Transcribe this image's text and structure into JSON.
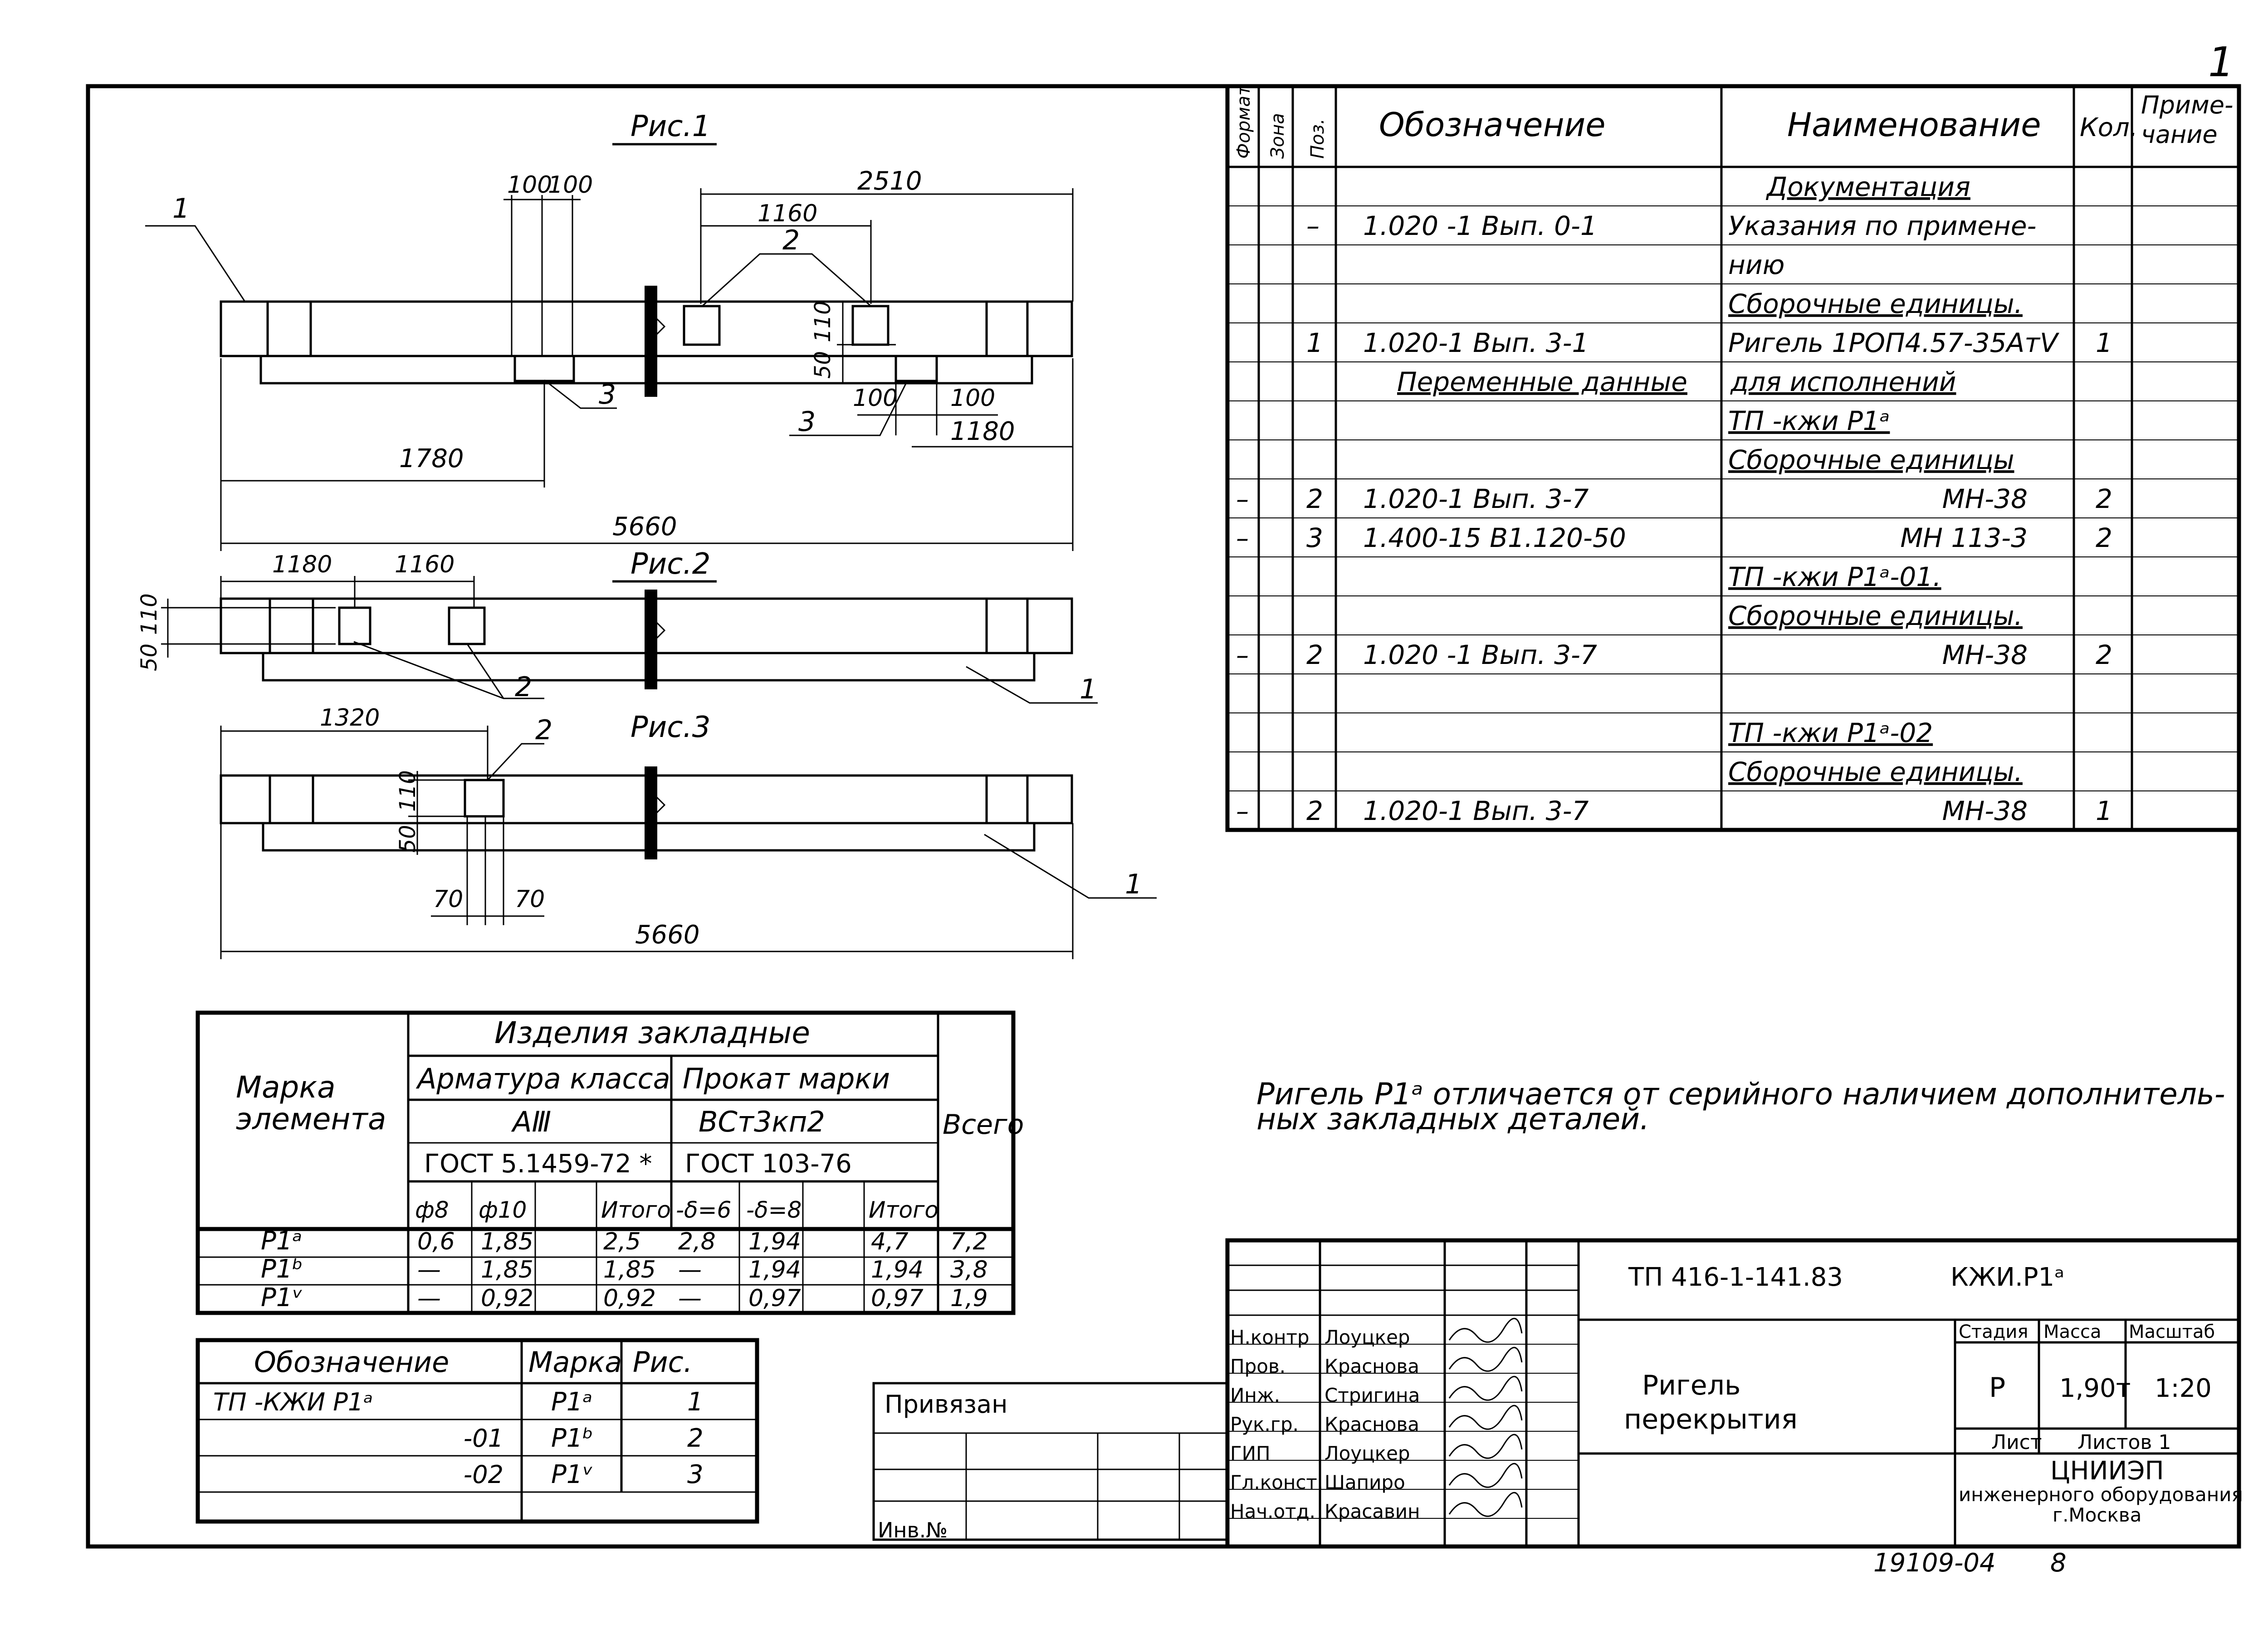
{
  "sheet": {
    "corner_mark": "1",
    "archive_number": "19109-04",
    "sheet_page": "8"
  },
  "figures": [
    {
      "title": "Рис.1",
      "dims": [
        "100",
        "100",
        "2510",
        "1160",
        "50",
        "110",
        "100",
        "100",
        "1180",
        "1780",
        "5660"
      ],
      "leaders": [
        "1",
        "2",
        "3",
        "3"
      ]
    },
    {
      "title": "Рис.2",
      "dims": [
        "1180",
        "1160",
        "50",
        "110"
      ],
      "leaders": [
        "2",
        "1"
      ]
    },
    {
      "title": "Рис.3",
      "dims": [
        "1320",
        "110",
        "50",
        "70",
        "70",
        "5660"
      ],
      "leaders": [
        "2",
        "1"
      ]
    }
  ],
  "note": {
    "line1": "Ригель Р1ᵃ отличается от серийного наличием дополнитель-",
    "line2": "ных закладных деталей."
  },
  "spec": {
    "headers": {
      "format": "Формат",
      "zone": "Зона",
      "pos": "Поз.",
      "designation": "Обозначение",
      "name": "Наименование",
      "qty": "Кол.",
      "note1": "Приме-",
      "note2": "чание"
    },
    "rows": [
      {
        "dash": "",
        "pos": "",
        "designation": "",
        "name": "Документация",
        "qty": ""
      },
      {
        "dash": "",
        "pos": "–",
        "designation": "1.020 -1  Вып. 0-1",
        "name": "Указания по примене-",
        "qty": ""
      },
      {
        "dash": "",
        "pos": "",
        "designation": "",
        "name": "нию",
        "qty": ""
      },
      {
        "dash": "",
        "pos": "",
        "designation": "",
        "name": "Сборочные единицы.",
        "qty": ""
      },
      {
        "dash": "",
        "pos": "1",
        "designation": "1.020-1  Вып. 3-1",
        "name": "Ригель 1РОП4.57-35АтⅤ",
        "qty": "1"
      },
      {
        "dash": "",
        "pos": "",
        "designation": "Переменные данные",
        "name": "для исполнений",
        "qty": ""
      },
      {
        "dash": "",
        "pos": "",
        "designation": "",
        "name": "ТП          -кжи Р1ᵃ",
        "qty": ""
      },
      {
        "dash": "",
        "pos": "",
        "designation": "",
        "name": "Сборочные единицы",
        "qty": ""
      },
      {
        "dash": "–",
        "pos": "2",
        "designation": "1.020-1   Вып. 3-7",
        "name": "МН-38",
        "qty": "2"
      },
      {
        "dash": "–",
        "pos": "3",
        "designation": "1.400-15  В1.120-50",
        "name": "МН 113-3",
        "qty": "2"
      },
      {
        "dash": "",
        "pos": "",
        "designation": "",
        "name": "ТП          -кжи Р1ᵃ-01.",
        "qty": ""
      },
      {
        "dash": "",
        "pos": "",
        "designation": "",
        "name": "Сборочные единицы.",
        "qty": ""
      },
      {
        "dash": "–",
        "pos": "2",
        "designation": "1.020 -1   Вып. 3-7",
        "name": "МН-38",
        "qty": "2"
      },
      {
        "dash": "",
        "pos": "",
        "designation": "",
        "name": "",
        "qty": ""
      },
      {
        "dash": "",
        "pos": "",
        "designation": "",
        "name": "ТП          -кжи Р1ᵃ-02",
        "qty": ""
      },
      {
        "dash": "",
        "pos": "",
        "designation": "",
        "name": "Сборочные единицы.",
        "qty": ""
      },
      {
        "dash": "–",
        "pos": "2",
        "designation": "1.020-1  Вып. 3-7",
        "name": "МН-38",
        "qty": "1"
      }
    ]
  },
  "embedded": {
    "col_mark": "Марка",
    "col_mark2": "элемента",
    "title": "Изделия закладные",
    "rebar_class": "Арматура класса",
    "rebar_grade": "АⅢ",
    "rebar_gost": "ГОСТ 5.1459-72 *",
    "steel_mark": "Прокат марки",
    "steel_grade": "ВСт3кп2",
    "steel_gost": "ГОСТ 103-76",
    "total": "Всего",
    "sub": [
      "ф8",
      "ф10",
      "",
      "Итого",
      "-δ=6",
      "-δ=8",
      "",
      "Итого"
    ],
    "rows": [
      {
        "mark": "Р1ᵃ",
        "v": [
          "0,6",
          "1,85",
          "",
          "2,5",
          "2,8",
          "1,94",
          "",
          "4,7"
        ],
        "total": "7,2"
      },
      {
        "mark": "Р1ᵇ",
        "v": [
          "—",
          "1,85",
          "",
          "1,85",
          "—",
          "1,94",
          "",
          "1,94"
        ],
        "total": "3,8"
      },
      {
        "mark": "Р1ᵛ",
        "v": [
          "—",
          "0,92",
          "",
          "0,92",
          "—",
          "0,97",
          "",
          "0,97"
        ],
        "total": "1,9"
      }
    ]
  },
  "variants": {
    "headers": {
      "designation": "Обозначение",
      "mark": "Марка",
      "fig": "Рис."
    },
    "rows": [
      {
        "designation": "ТП          -КЖИ Р1ᵃ",
        "mark": "Р1ᵃ",
        "fig": "1"
      },
      {
        "designation": "-01",
        "mark": "Р1ᵇ",
        "fig": "2"
      },
      {
        "designation": "-02",
        "mark": "Р1ᵛ",
        "fig": "3"
      }
    ]
  },
  "binding": {
    "tied": "Привязан",
    "inv": "Инв.№"
  },
  "title_block": {
    "roles": [
      "Н.контр",
      "Пров.",
      "Инж.",
      "Рук.гр.",
      "ГИП",
      "Гл.конст.",
      "Нач.отд."
    ],
    "names": [
      "Лоуцкер",
      "Краснова",
      "Стригина",
      "Краснова",
      "Лоуцкер",
      "Шапиро",
      "Красавин"
    ],
    "doc_code": "ТП 416-1-141.83",
    "doc_mark": "КЖИ.Р1ᵃ",
    "title1": "Ригель",
    "title2": "перекрытия",
    "stage_h": "Стадия",
    "mass_h": "Масса",
    "scale_h": "Масштаб",
    "stage": "Р",
    "mass": "1,90т",
    "scale": "1:20",
    "sheet_h": "Лист",
    "sheets_h": "Листов 1",
    "org1": "ЦНИИЭП",
    "org2": "инженерного оборудования",
    "org3": "г.Москва"
  }
}
